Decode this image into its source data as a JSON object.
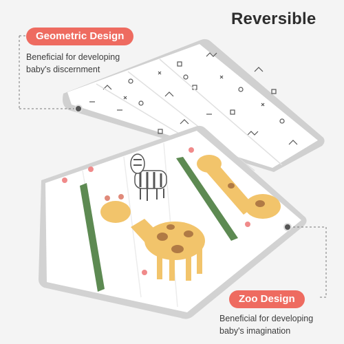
{
  "headline": "Reversible",
  "callouts": {
    "geometric": {
      "title": "Geometric Design",
      "line1": "Beneficial for developing",
      "line2": "baby's discernment"
    },
    "zoo": {
      "title": "Zoo Design",
      "line1": "Beneficial for developing",
      "line2": "baby's imagination"
    }
  },
  "colors": {
    "accent": "#ee6b60",
    "mat_border": "#cfcfcf",
    "giraffe": "#f2c46b",
    "giraffe_spots": "#b07a45",
    "growth_bar": "#5d8a52"
  }
}
